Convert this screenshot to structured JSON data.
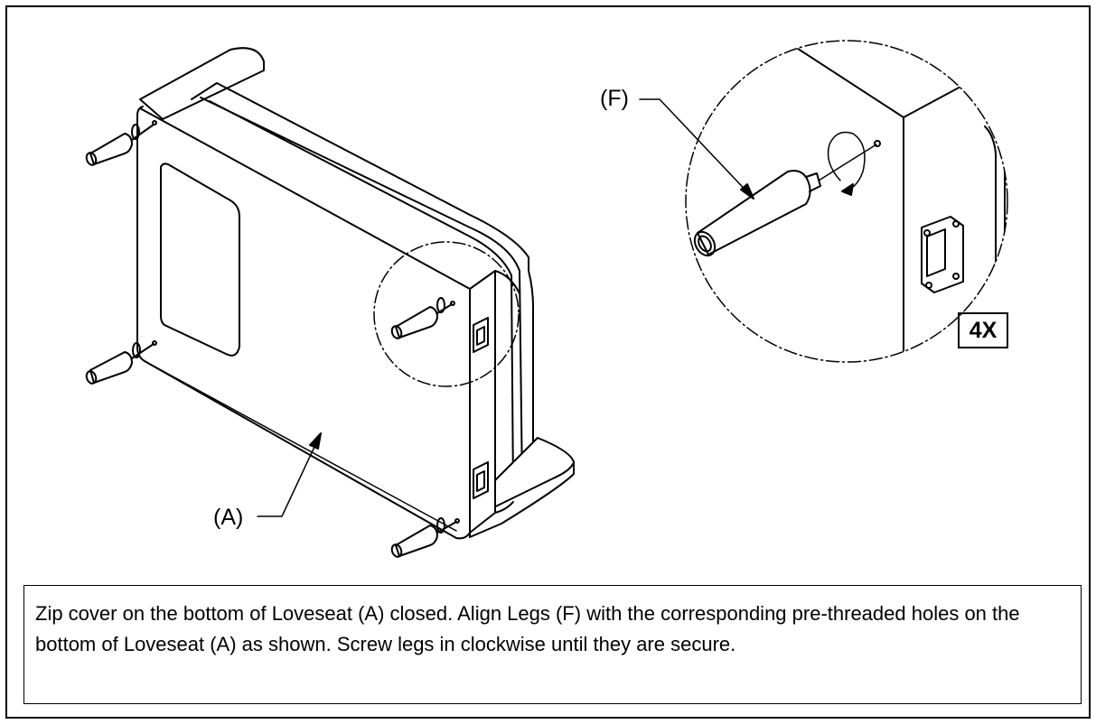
{
  "diagram": {
    "labels": {
      "loveseat": "(A)",
      "legs": "(F)",
      "quantity": "4X"
    },
    "parts": [
      "loveseat",
      "leg",
      "mounting-plate",
      "pre-threaded-hole",
      "rotation-arrow"
    ],
    "instruction": "Zip cover on the bottom of Loveseat (A) closed. Align Legs (F) with the corresponding pre-threaded holes on the bottom of Loveseat (A) as shown. Screw legs in clockwise until they are secure."
  }
}
